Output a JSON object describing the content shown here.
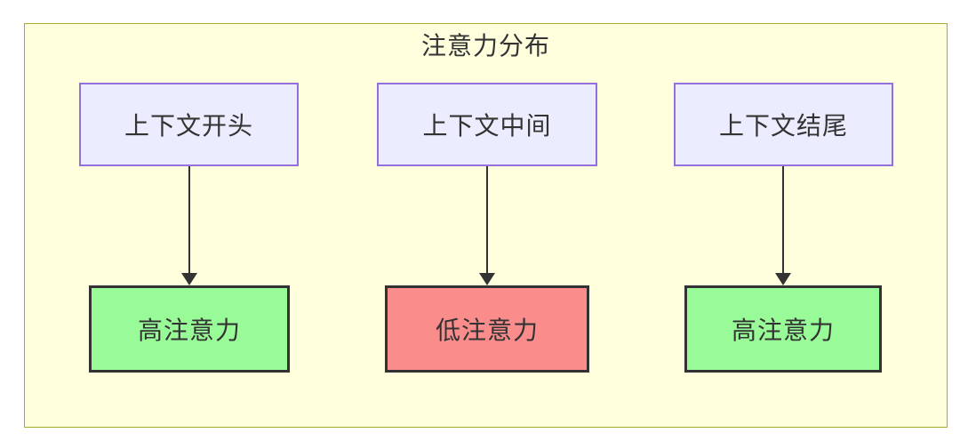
{
  "diagram": {
    "title": "注意力分布",
    "type": "flowchart-top-down",
    "nodes": {
      "context": [
        {
          "label": "上下文开头"
        },
        {
          "label": "上下文中间"
        },
        {
          "label": "上下文结尾"
        }
      ],
      "attention": [
        {
          "label": "高注意力",
          "level": "high"
        },
        {
          "label": "低注意力",
          "level": "low"
        },
        {
          "label": "高注意力",
          "level": "high"
        }
      ]
    },
    "edges": [
      {
        "from": "上下文开头",
        "to": "高注意力"
      },
      {
        "from": "上下文中间",
        "to": "低注意力"
      },
      {
        "from": "上下文结尾",
        "to": "高注意力"
      }
    ],
    "colors": {
      "cluster_fill": "#FFFFDE",
      "cluster_border": "#AAAA33",
      "context_node_fill": "#ECECFF",
      "context_node_border": "#9370DB",
      "high_attention_fill": "#98FB98",
      "low_attention_fill": "#FA8C8C",
      "attention_node_border": "#333333",
      "edge_color": "#333333",
      "text_color": "#333333"
    }
  }
}
